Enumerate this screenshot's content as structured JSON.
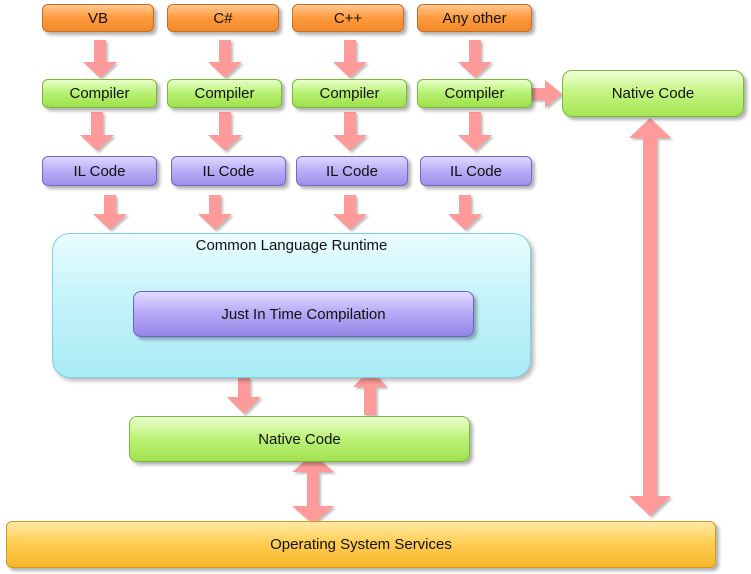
{
  "languages": [
    "VB",
    "C#",
    "C++",
    "Any other"
  ],
  "compiler_label": "Compiler",
  "il_label": "IL Code",
  "native_code_label": "Native Code",
  "clr_title": "Common Language Runtime",
  "jit_label": "Just In Time Compilation",
  "os_label": "Operating System Services",
  "colors": {
    "language_box": "#ff9a3c",
    "compiler_box": "#b6f072",
    "il_box": "#b8acf5",
    "clr_box": "#c8f4fb",
    "jit_box": "#b9abf7",
    "native_box": "#c6f585",
    "os_box": "#ffcf55",
    "arrow": "#ff9a9a"
  }
}
